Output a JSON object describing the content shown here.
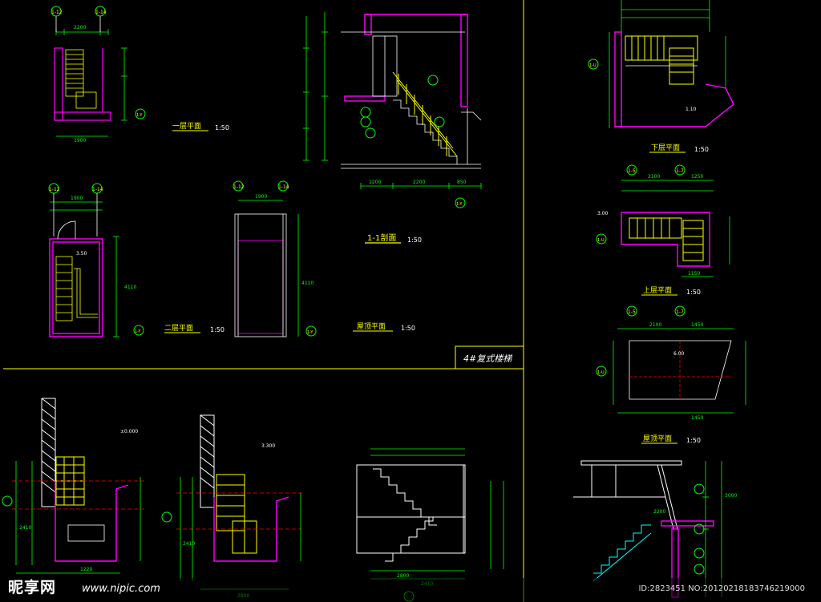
{
  "drawing": {
    "title_block": "4#复式楼梯",
    "colors": {
      "background": "#000000",
      "frame": "#ffff00",
      "wall": "#ff00ff",
      "dim": "#00ff00",
      "stair": "#ffff00",
      "axis": "#ff0000",
      "outline": "#ffffff",
      "text": "#ffff00"
    },
    "views": {
      "floor1": {
        "label": "一层平面",
        "scale": "1:50",
        "axis_top_left": "1-12",
        "axis_top_right": "1-14",
        "dim_top": "2200",
        "axis_side": "1-Y",
        "dim_bottom": "1900"
      },
      "floor2": {
        "label": "二层平面",
        "scale": "1:50",
        "axis_top_left": "1-12",
        "axis_top_right": "1-14",
        "dim_top": "1900",
        "level": "3.50",
        "dim_side": "4110",
        "axis_side": "1-Y"
      },
      "roof1": {
        "label": "屋顶平面",
        "scale": "1:50",
        "axis_top_left": "1-12",
        "axis_top_right": "1-14",
        "dim_top": "1900",
        "dim_side": "4110",
        "axis_side": "1-Y"
      },
      "section11": {
        "label": "1-1剖面",
        "scale": "1:50",
        "dim_bottom": "1200",
        "dim_bottom2": "2200",
        "dim_bottom3": "850",
        "axis": "1-Y"
      },
      "lower": {
        "label": "下层平面",
        "scale": "1:50",
        "axis_left": "1-U",
        "level": "1.10"
      },
      "upper": {
        "label": "上层平面",
        "scale": "1:50",
        "axis_top_left": "1-5",
        "axis_top_right": "1-7",
        "dim_top": "2100",
        "dim_top2": "1250",
        "axis_left": "1-U",
        "level": "3.00",
        "dim_bottom": "1150"
      },
      "roof2": {
        "label": "屋顶平面",
        "scale": "1:50",
        "axis_top_left": "1-5",
        "axis_top_right": "1-7",
        "dim_top": "2100",
        "dim_top2": "1450",
        "axis_left": "1-U",
        "level": "6.00",
        "dim_bottom": "1450"
      },
      "bl1": {
        "level": "±0.000",
        "dim_side": "2410",
        "dim_bottom": "1220"
      },
      "bl2": {
        "level": "3.300",
        "dim_side": "2410",
        "dim_bottom": "2800"
      },
      "bl3": {
        "dim_bottom": "2800",
        "dim_bottom2": "2410"
      },
      "br": {
        "dim_top": "2200",
        "dim_side": "3000"
      }
    }
  },
  "watermark": {
    "logo": "昵享网",
    "url": "www.nipic.com",
    "id_text": "ID:2823451 NO:20120218183746219000"
  }
}
